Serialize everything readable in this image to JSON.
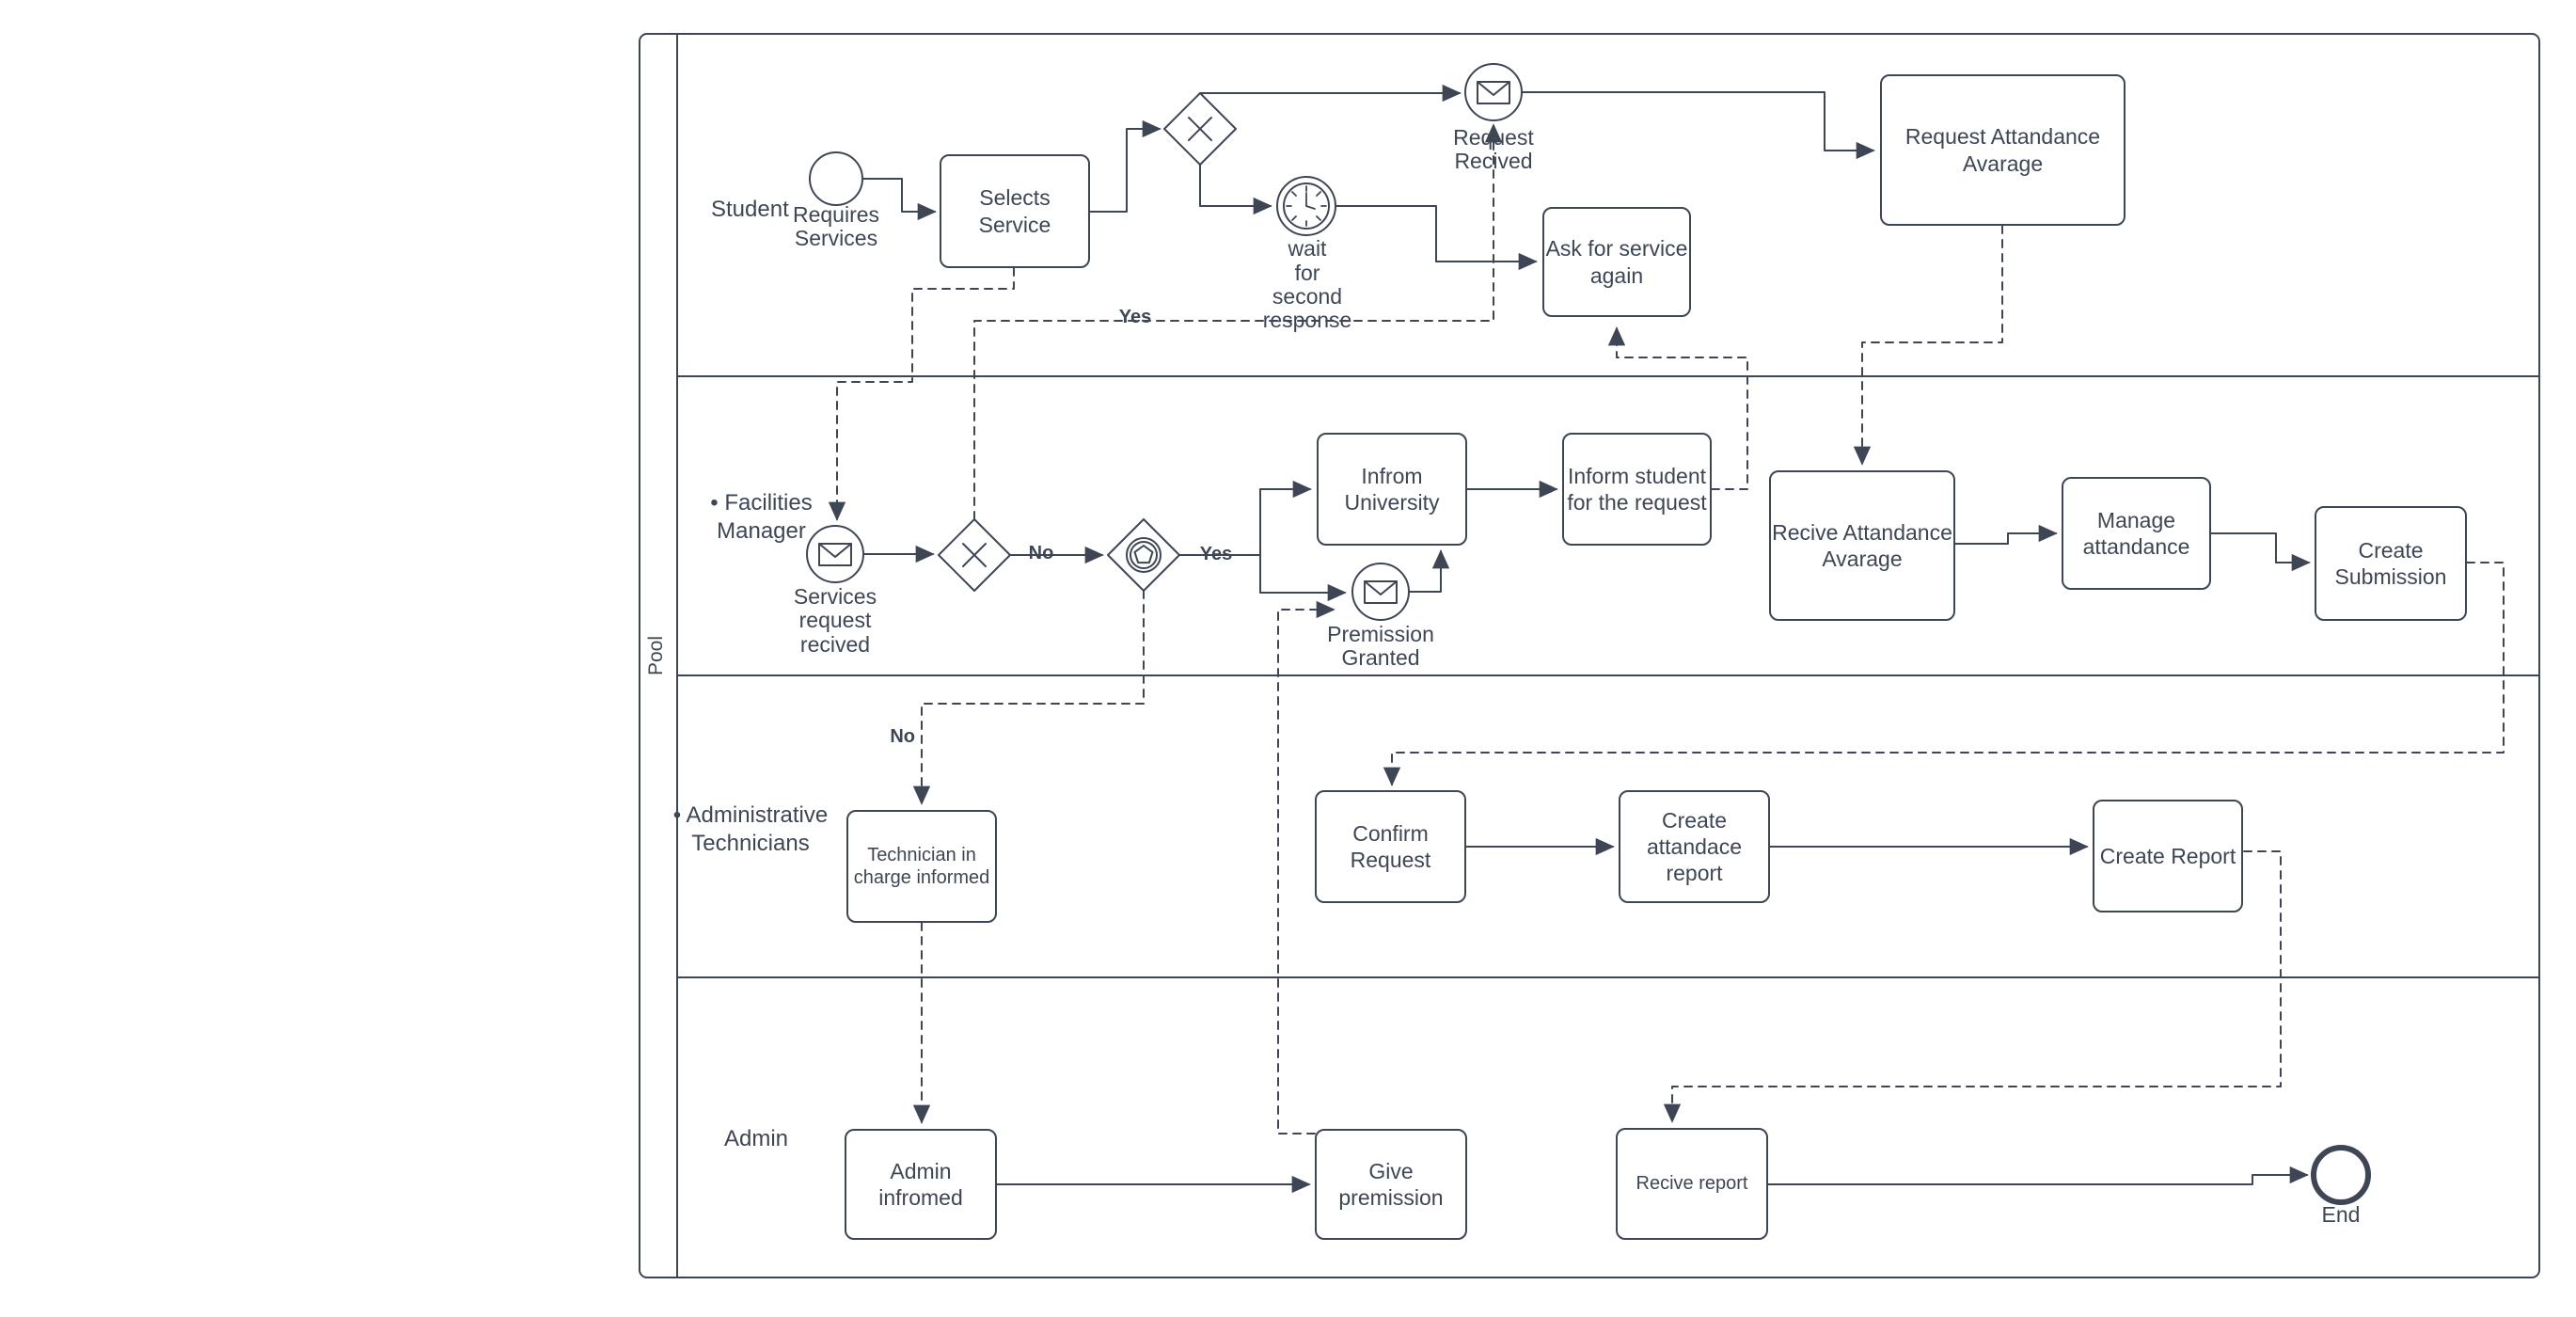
{
  "pool": {
    "label": "Pool"
  },
  "lanes": [
    {
      "label": "Student"
    },
    {
      "label": "• Facilities\nManager"
    },
    {
      "label": "• Administrative\nTechnicians"
    },
    {
      "label": "Admin"
    }
  ],
  "student": {
    "start_event_label": "Requires\nServices",
    "selects_service": "Selects\nService",
    "request_recived": "Request\nRecived",
    "wait_timer": "wait\nfor\nsecond\nresponse",
    "ask_again": "Ask for service\nagain",
    "request_attandance": "Request Attandance\nAvarage",
    "yes_label": "Yes"
  },
  "facilities_manager": {
    "services_request": "Services\nrequest\nrecived",
    "no_label": "No",
    "yes_label": "Yes",
    "infrom_university": "Infrom\nUniversity",
    "inform_student": "Inform student\nfor the request",
    "premission_granted": "Premission\nGranted",
    "recive_attandance": "Recive Attandance\nAvarage",
    "manage_attandance": "Manage\nattandance",
    "create_submission": "Create\nSubmission"
  },
  "administrative_technicians": {
    "no_label": "No",
    "technician_informed": "Technician in\ncharge informed",
    "confirm_request": "Confirm\nRequest",
    "create_attandace_report": "Create\nattandace\nreport",
    "create_report": "Create Report"
  },
  "admin": {
    "admin_infromed": "Admin\ninfromed",
    "give_premission": "Give\npremission",
    "recive_report": "Recive report",
    "end_label": "End"
  },
  "icons": {
    "message_icon": "envelope",
    "timer_icon": "clock",
    "exclusive_gateway_icon": "x-cross",
    "event_gateway_icon": "pentagon",
    "end_event_icon": "thick-circle"
  },
  "colors": {
    "stroke": "#3e4656",
    "text": "#3e4656",
    "background": "#ffffff"
  }
}
